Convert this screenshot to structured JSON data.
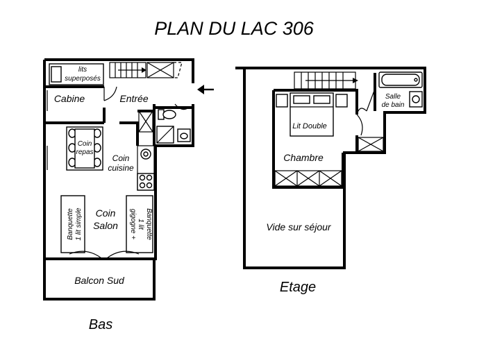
{
  "title": "PLAN DU LAC 306",
  "levels": {
    "bas": "Bas",
    "etage": "Etage"
  },
  "rooms": {
    "lits_superposes": [
      "lits",
      "superposés"
    ],
    "cabine": "Cabine",
    "entree": "Entrée",
    "coin_repas": [
      "Coin",
      "repas"
    ],
    "coin_cuisine": [
      "Coin",
      "cuisine"
    ],
    "coin_salon": [
      "Coin",
      "Salon"
    ],
    "banquette_left": [
      "Banquette",
      "1 lit simple"
    ],
    "banquette_right": [
      "Banquette",
      "1 lit",
      "gigogne +"
    ],
    "balcon": "Balcon Sud",
    "lit_double": "Lit Double",
    "chambre": "Chambre",
    "salle_de_bain": [
      "Salle",
      "de bain"
    ],
    "vide": "Vide sur séjour"
  },
  "icons": {
    "entrance": "arrow-left-icon",
    "stairs": "stairs-icon",
    "toilet": "toilet-icon",
    "shower": "shower-icon",
    "sink": "sink-icon",
    "hob": "hob-icon",
    "bathtub": "bathtub-icon"
  },
  "colors": {
    "ink": "#000000",
    "background": "#ffffff"
  }
}
